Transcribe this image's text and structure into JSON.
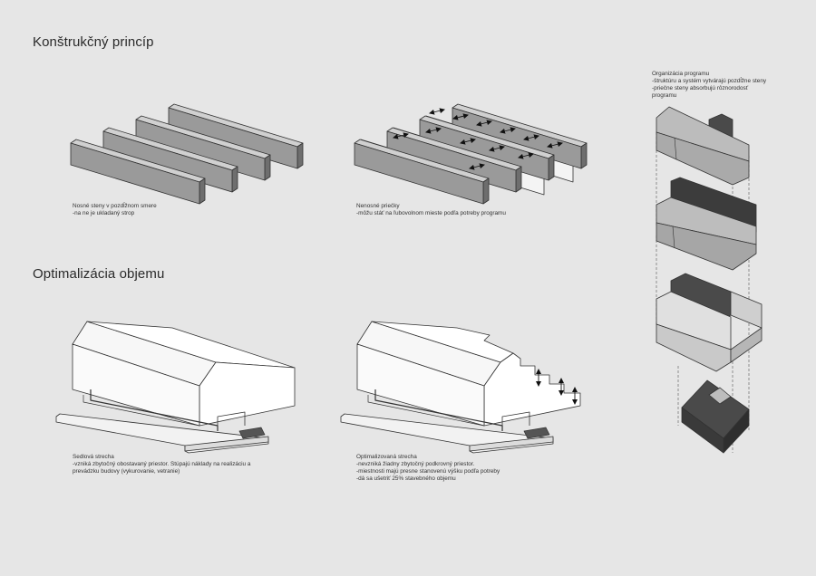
{
  "titles": {
    "structure": "Konštrukčný princíp",
    "optimization": "Optimalizácia objemu"
  },
  "captions": {
    "bearing_walls": [
      "Nosné steny v pozdĺžnom smere",
      "-na ne je ukladaný strop"
    ],
    "partitions": [
      "Nenosné priečky",
      "-môžu stáť na ľubovolnom mieste podľa potreby programu"
    ],
    "gable_roof": [
      "Sedlová strecha",
      "-vzniká zbytočný obostavaný priestor. Stúpajú náklady na realizáciu a",
      "prevádzku budovy (vykurovanie, vetranie)"
    ],
    "optimized_roof": [
      "Optimalizovaná strecha",
      "-nevzniká žiadny zbytočný podkrovný priestor.",
      "-miestnosti majú presne stanovenú výšku podľa potreby",
      "-dá sa ušetriť 25% stavebného objemu"
    ],
    "program": [
      "Organizácia programu",
      "-štruktúru a systém vytvárajú pozdĺžne steny",
      "-priečne steny absorbujú rôznorodosť",
      "programu"
    ]
  },
  "colors": {
    "background": "#e6e6e6",
    "wall_front": "#9a9a9a",
    "wall_top": "#d4d4d4",
    "dark_volume": "#3e3e3e"
  }
}
